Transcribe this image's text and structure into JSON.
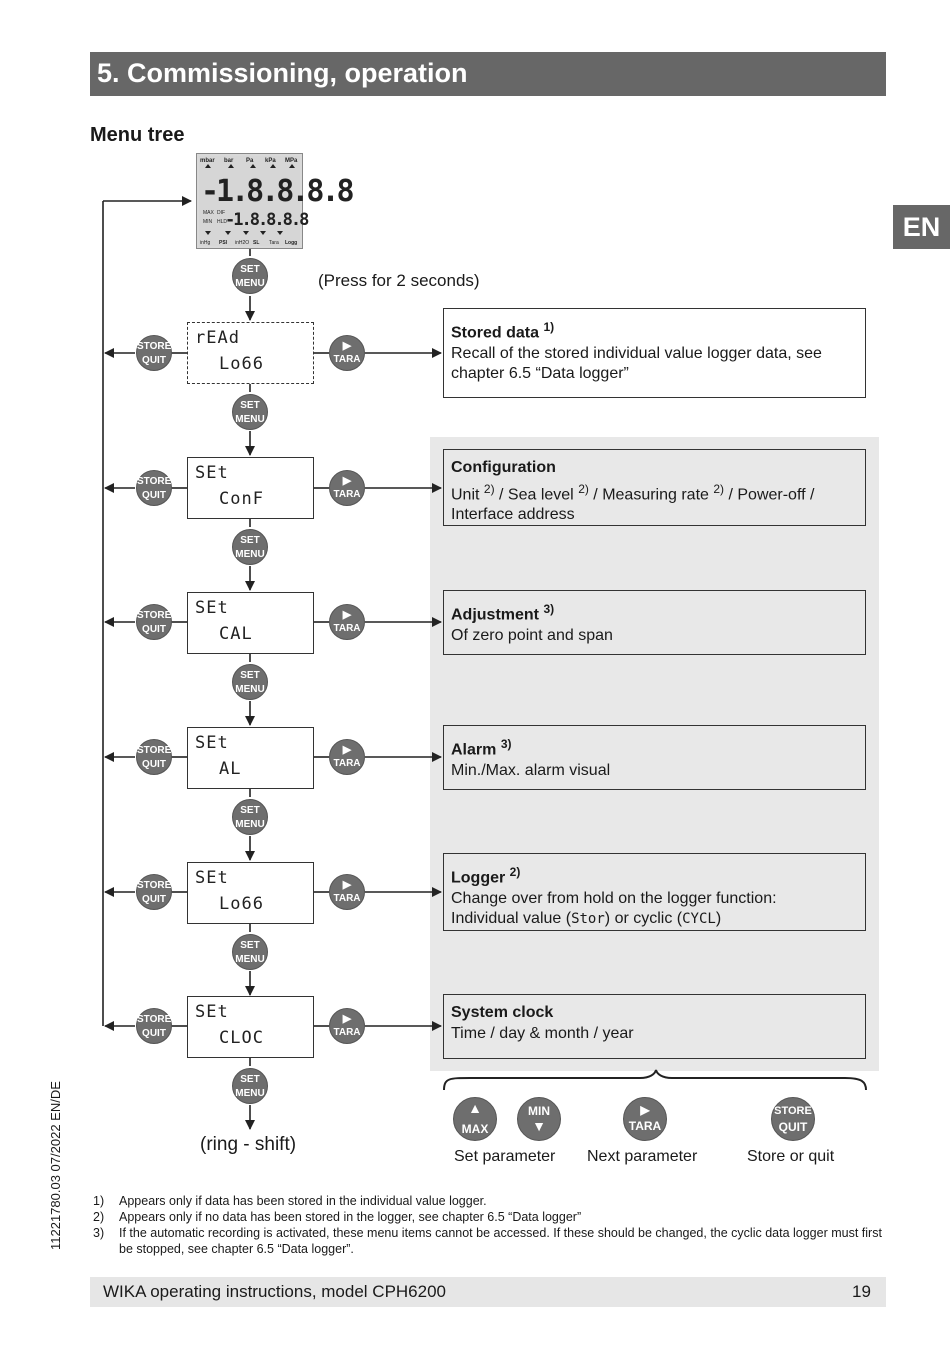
{
  "header": {
    "title": "5. Commissioning, operation"
  },
  "lang_tab": "EN",
  "section_title": "Menu tree",
  "display": {
    "units": [
      "mbar",
      "bar",
      "Pa",
      "kPa",
      "MPa"
    ],
    "main_value": "-1.8.8.8.8",
    "sub_labels": [
      "MAX",
      "DIF",
      "MIN",
      "HLD"
    ],
    "sub_value": "-1.8.8.8.8",
    "bottom_units": [
      "inHg",
      "PSI",
      "inH2O",
      "SL",
      "Tara",
      "Logg"
    ]
  },
  "buttons": {
    "set": "SET",
    "menu": "MENU",
    "store": "STORE",
    "quit": "QUIT",
    "tara": "TARA",
    "tara_arrow": "▶",
    "max": "MAX",
    "min": "MIN",
    "up": "▲",
    "down": "▼"
  },
  "press_note": "(Press for 2 seconds)",
  "ring_note": "(ring - shift)",
  "menu_items": [
    {
      "l1": "rEAd",
      "l2": "Lo66"
    },
    {
      "l1": "SEt",
      "l2": "ConF"
    },
    {
      "l1": "SEt",
      "l2": "CAL"
    },
    {
      "l1": "SEt",
      "l2": "AL"
    },
    {
      "l1": "SEt",
      "l2": "Lo66"
    },
    {
      "l1": "SEt",
      "l2": "CLOC"
    }
  ],
  "info": {
    "stored": {
      "title": "Stored data",
      "sup": "1)",
      "desc": "Recall of the stored individual value logger data, see chapter 6.5 “Data logger”"
    },
    "config": {
      "title": "Configuration",
      "p1": "Unit ",
      "s1": "2)",
      "p2": " / Sea level ",
      "s2": "2)",
      "p3": " / Measuring rate ",
      "s3": "2)",
      "p4": " / Power-off / Interface address"
    },
    "adjust": {
      "title": "Adjustment",
      "sup": "3)",
      "desc": "Of zero point and span"
    },
    "alarm": {
      "title": "Alarm",
      "sup": "3)",
      "desc": "Min./Max. alarm visual"
    },
    "logger": {
      "title": "Logger",
      "sup": "2)",
      "d1": "Change over from hold on the logger function:",
      "d2a": "Individual value (",
      "d2b": "Stor",
      "d2c": ") or cyclic (",
      "d2d": "CYCL",
      "d2e": ")"
    },
    "clock": {
      "title": "System clock",
      "desc": "Time / day & month / year"
    }
  },
  "legend": {
    "set_param": "Set parameter",
    "next_param": "Next parameter",
    "store_quit": "Store or quit"
  },
  "footnotes": [
    {
      "num": "1)",
      "text": "Appears only if data has been stored in the individual value logger."
    },
    {
      "num": "2)",
      "text": "Appears only if no data has been stored in the logger, see chapter 6.5 “Data logger”"
    },
    {
      "num": "3)",
      "text": "If the automatic recording is activated, these menu items cannot be accessed. If these should be changed, the cyclic data logger must first be stopped, see chapter 6.5 “Data logger”."
    }
  ],
  "footer": {
    "left": "WIKA operating instructions, model CPH6200",
    "page": "19"
  },
  "doc_id": "11221780.03 07/2022 EN/DE"
}
